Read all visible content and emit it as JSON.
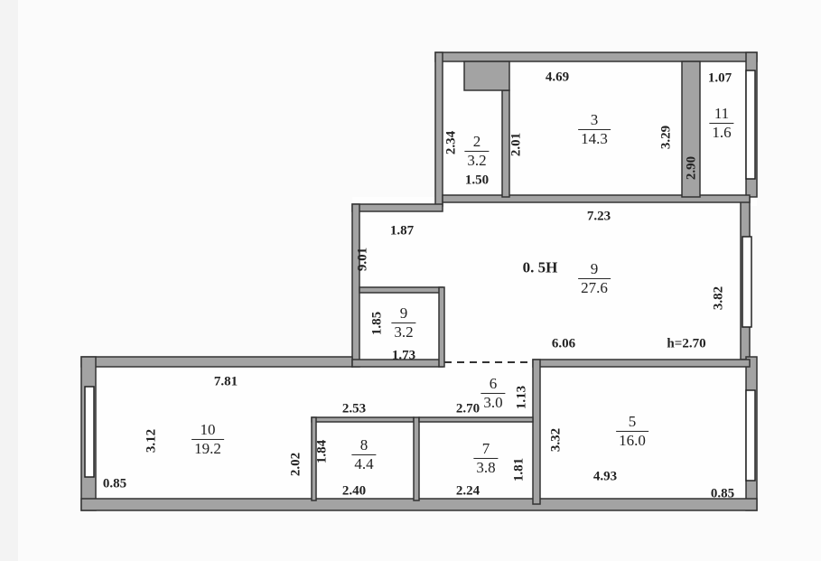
{
  "plan": {
    "ceiling_height": "h=2.70",
    "unclear_label": "0. 5H",
    "rooms": [
      {
        "number": "2",
        "area": "3.2"
      },
      {
        "number": "3",
        "area": "14.3"
      },
      {
        "number": "11",
        "area": "1.6"
      },
      {
        "number": "9",
        "area": "27.6"
      },
      {
        "number": "9",
        "area": "3.2"
      },
      {
        "number": "6",
        "area": "3.0"
      },
      {
        "number": "10",
        "area": "19.2"
      },
      {
        "number": "8",
        "area": "4.4"
      },
      {
        "number": "7",
        "area": "3.8"
      },
      {
        "number": "5",
        "area": "16.0"
      }
    ],
    "dimensions": [
      "4.69",
      "1.07",
      "3.29",
      "2.90",
      "2.34",
      "2.01",
      "1.50",
      "7.23",
      "1.87",
      "9.01",
      "3.82",
      "1.85",
      "1.73",
      "6.06",
      "7.81",
      "1.13",
      "2.53",
      "2.70",
      "3.12",
      "1.84",
      "2.02",
      "1.81",
      "3.32",
      "4.93",
      "0.85",
      "2.40",
      "2.24",
      "0.85"
    ]
  },
  "colors": {
    "wall": "#a3a3a3",
    "wall_edge": "#333333",
    "paper": "#fdfdfd",
    "background": "#f3f3f3"
  }
}
